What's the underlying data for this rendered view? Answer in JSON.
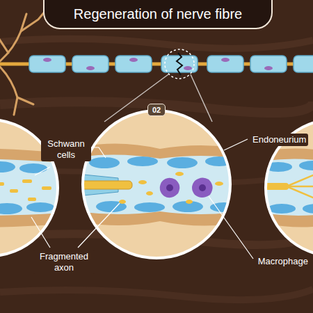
{
  "diagram": {
    "title": "Regeneration of nerve fibre",
    "nodes": [
      {
        "text": [
          "02"
        ]
      }
    ],
    "labels": [
      "Schwann cells",
      "Fragmented axon",
      "Endoneurium",
      "Macrophage"
    ]
  }
}
